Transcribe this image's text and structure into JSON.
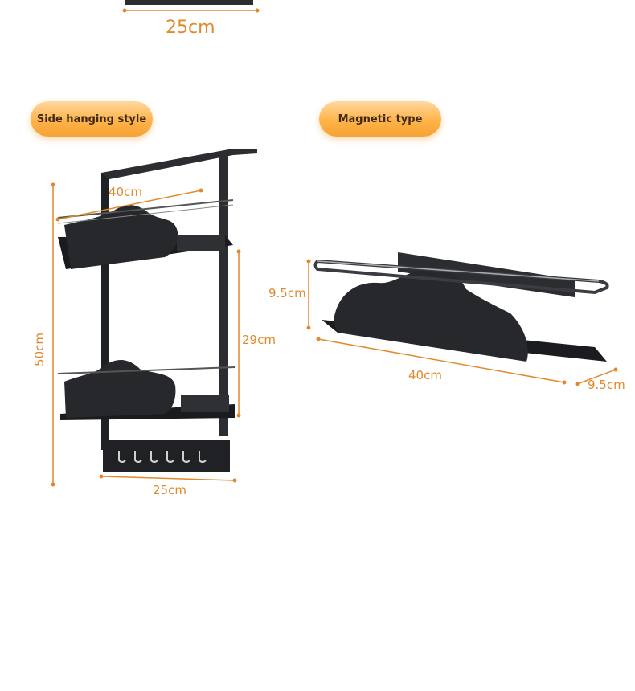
{
  "top_partial": {
    "width_label": "25cm"
  },
  "side_hanging": {
    "badge": "Side hanging style",
    "width_label": "40cm",
    "height_label": "50cm",
    "spacing_label": "29cm",
    "base_label": "25cm"
  },
  "magnetic": {
    "badge": "Magnetic type",
    "height_label": "9.5cm",
    "length_label": "40cm",
    "depth_label": "9.5cm"
  },
  "colors": {
    "dimension": "#e08a2c",
    "badge_gradient_top": "#ffd9a3",
    "badge_gradient_bottom": "#f7a235",
    "rack": "#1f2125"
  }
}
